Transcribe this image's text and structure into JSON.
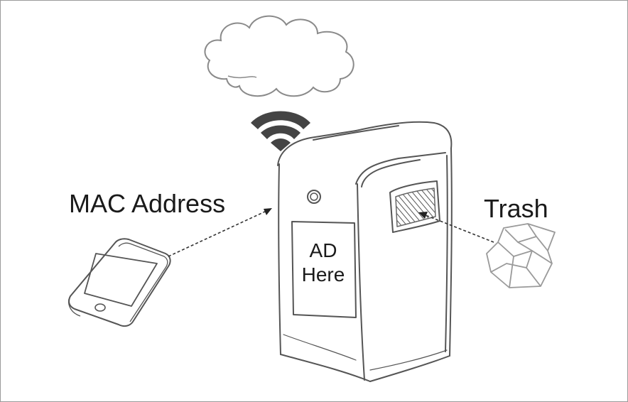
{
  "labels": {
    "mac_address": "MAC Address",
    "trash": "Trash",
    "ad_line1": "AD",
    "ad_line2": "Here"
  },
  "colors": {
    "sketch_stroke": "#555555",
    "wifi_icon": "#444444",
    "cloud_stroke": "#8a8a8a",
    "crumpled_paper_stroke": "#9a9a9a",
    "frame_border": "#9a9a9a"
  },
  "icons": [
    "cloud-icon",
    "wifi-icon",
    "smartphone-icon",
    "crumpled-paper-icon",
    "trash-bin-illustration"
  ]
}
